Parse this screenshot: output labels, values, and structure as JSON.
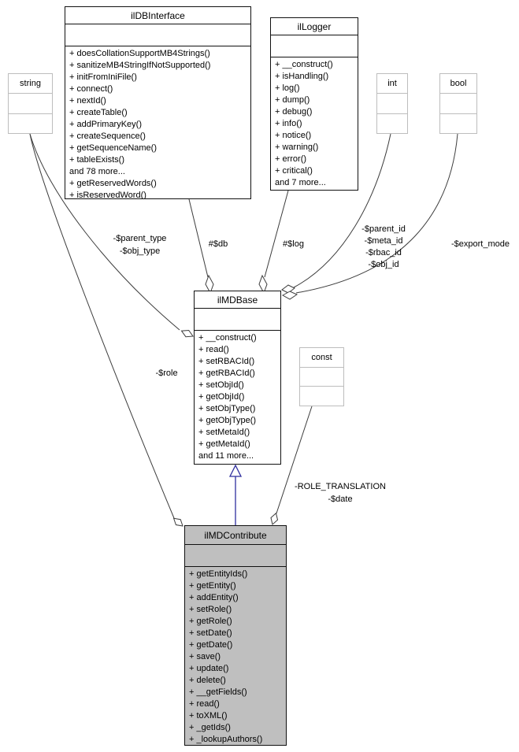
{
  "classes": [
    {
      "name": "ilDBInterface",
      "methods": [
        "+ doesCollationSupportMB4Strings()",
        "+ sanitizeMB4StringIfNotSupported()",
        "+ initFromIniFile()",
        "+ connect()",
        "+ nextId()",
        "+ createTable()",
        "+ addPrimaryKey()",
        "+ createSequence()",
        "+ getSequenceName()",
        "+ tableExists()",
        "and 78 more...",
        "+ getReservedWords()",
        "+ isReservedWord()"
      ]
    },
    {
      "name": "ilLogger",
      "methods": [
        "+ __construct()",
        "+ isHandling()",
        "+ log()",
        "+ dump()",
        "+ debug()",
        "+ info()",
        "+ notice()",
        "+ warning()",
        "+ error()",
        "+ critical()",
        "and 7 more..."
      ]
    },
    {
      "name": "string",
      "methods": []
    },
    {
      "name": "int",
      "methods": []
    },
    {
      "name": "bool",
      "methods": []
    },
    {
      "name": "ilMDBase",
      "methods": [
        "+ __construct()",
        "+ read()",
        "+ setRBACId()",
        "+ getRBACId()",
        "+ setObjId()",
        "+ getObjId()",
        "+ setObjType()",
        "+ getObjType()",
        "+ setMetaId()",
        "+ getMetaId()",
        "and 11 more..."
      ]
    },
    {
      "name": "const",
      "methods": []
    },
    {
      "name": "ilMDContribute",
      "methods": [
        "+ getEntityIds()",
        "+ getEntity()",
        "+ addEntity()",
        "+ setRole()",
        "+ getRole()",
        "+ setDate()",
        "+ getDate()",
        "+ save()",
        "+ update()",
        "+ delete()",
        "+ __getFields()",
        "+ read()",
        "+ toXML()",
        "+ _getIds()",
        "+ _lookupAuthors()"
      ]
    }
  ],
  "edge_labels": {
    "parent_type": [
      "-$parent_type",
      "-$obj_type"
    ],
    "db": [
      "#$db"
    ],
    "log": [
      "#$log"
    ],
    "ids": [
      "-$parent_id",
      "-$meta_id",
      "-$rbac_id",
      "-$obj_id"
    ],
    "export_mode": [
      "-$export_mode"
    ],
    "role": [
      "-$role"
    ],
    "role_translation": [
      "-ROLE_TRANSLATION",
      "-$date"
    ]
  },
  "colors": {
    "background": "#ffffff",
    "class_border": "#111111",
    "type_box_border": "#bdbdbd",
    "highlight_fill": "#bfbfbf",
    "edge": "#3c3c3c",
    "inheritance_arrow": "#2e2e9e"
  }
}
